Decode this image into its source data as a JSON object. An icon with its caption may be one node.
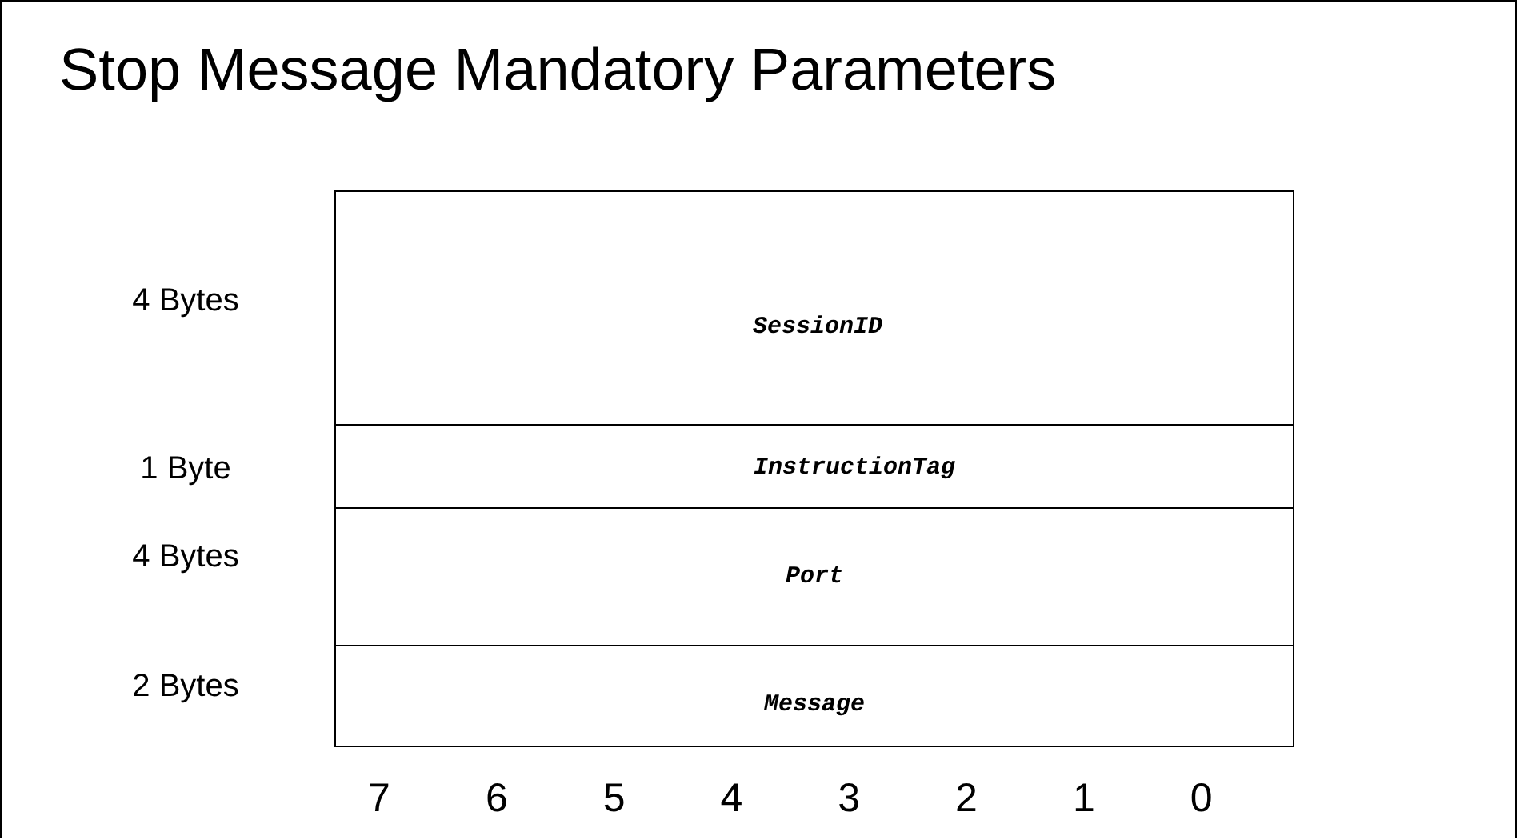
{
  "diagram": {
    "title": "Stop Message Mandatory Parameters",
    "nodes": [
      {
        "text": [
          "SessionID"
        ]
      },
      {
        "text": [
          "InstructionTag"
        ]
      },
      {
        "text": [
          "Port"
        ]
      },
      {
        "text": [
          "Message"
        ]
      }
    ],
    "labels": [
      "4 Bytes",
      "1 Byte",
      "4 Bytes",
      "2 Bytes",
      "7",
      "6",
      "5",
      "4",
      "3",
      "2",
      "1",
      "0"
    ]
  }
}
